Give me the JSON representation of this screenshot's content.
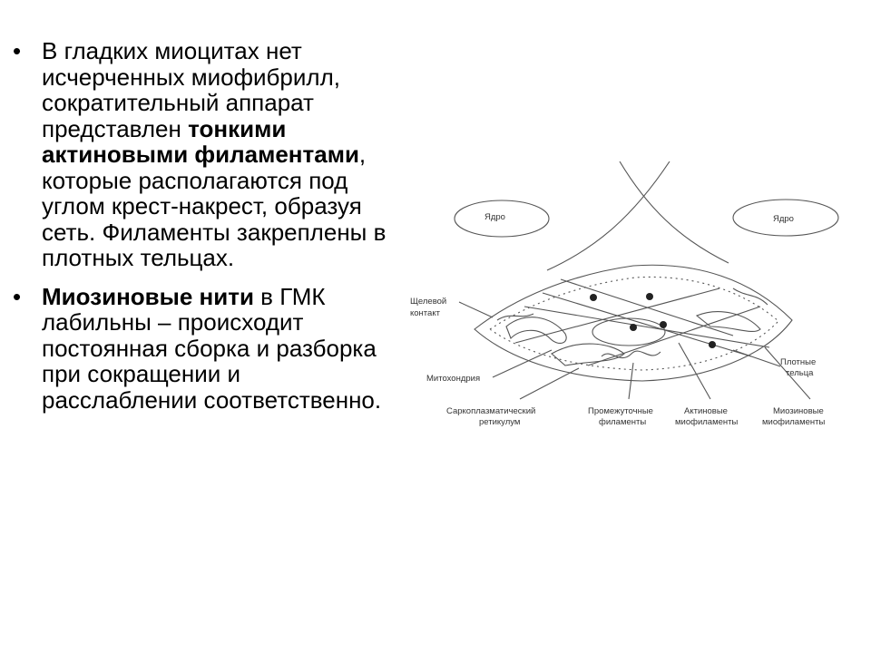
{
  "bullets": [
    {
      "pre": "В гладких миоцитах нет исчерченных миофибрилл, сократительный аппарат представлен ",
      "bold": "тонкими актиновыми филаментами",
      "post": ", которые располагаются под углом крест-накрест, образуя сеть. Филаменты закреплены в плотных тельцах."
    },
    {
      "pre": "",
      "bold": "Миозиновые нити",
      "post": " в ГМК лабильны – происходит постоянная сборка и разборка при сокращении и расслаблении соответственно."
    }
  ],
  "bullet_symbol": "•",
  "diagram": {
    "label_nucleus_left": "Ядро",
    "label_nucleus_right": "Ядро",
    "label_gap_line1": "Щелевой",
    "label_gap_line2": "контакт",
    "label_mito": "Митохондрия",
    "label_dense_line1": "Плотные",
    "label_dense_line2": "тельца",
    "label_sr_line1": "Саркоплазматический",
    "label_sr_line2": "ретикулум",
    "label_if_line1": "Промежуточные",
    "label_if_line2": "филаменты",
    "label_actin_line1": "Актиновые",
    "label_actin_line2": "миофиламенты",
    "label_myosin_line1": "Миозиновые",
    "label_myosin_line2": "миофиламенты"
  },
  "colors": {
    "text": "#000000",
    "diagram_line": "#555555",
    "background": "#ffffff"
  }
}
